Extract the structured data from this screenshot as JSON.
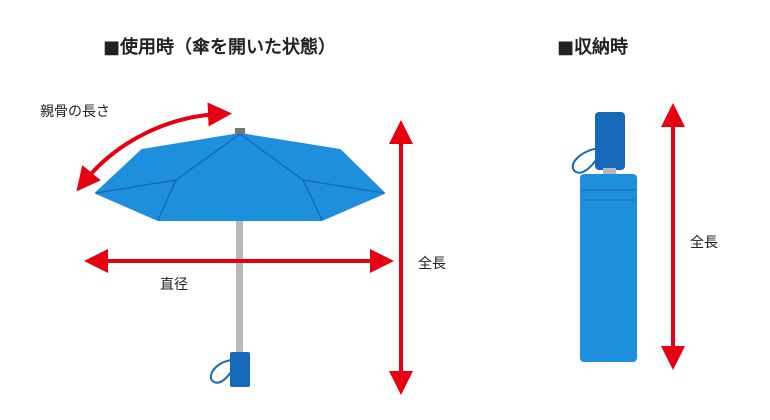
{
  "headings": {
    "in_use": "■使用時（傘を開いた状態）",
    "stored": "■収納時"
  },
  "labels": {
    "rib_length": "親骨の長さ",
    "diameter": "直径",
    "total_length_open": "全長",
    "total_length_closed": "全長"
  },
  "colors": {
    "canopy": "#1e8fdc",
    "canopy_line": "#1565b0",
    "handle": "#1569b8",
    "shaft": "#b8b8b8",
    "arrow": "#e60012",
    "text": "#222222"
  }
}
